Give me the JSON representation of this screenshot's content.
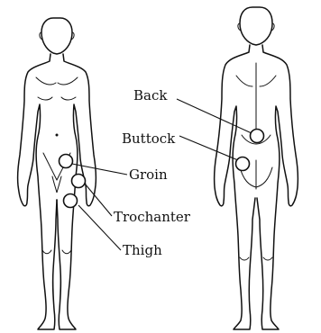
{
  "figures": {
    "front": "front-view",
    "back": "back-view"
  },
  "labels": {
    "groin": "Groin",
    "trochanter": "Trochanter",
    "thigh": "Thigh",
    "back": "Back",
    "buttock": "Buttock"
  },
  "colors": {
    "line": "#111111",
    "marker_fill": "#ffffff",
    "background": "#ffffff"
  }
}
